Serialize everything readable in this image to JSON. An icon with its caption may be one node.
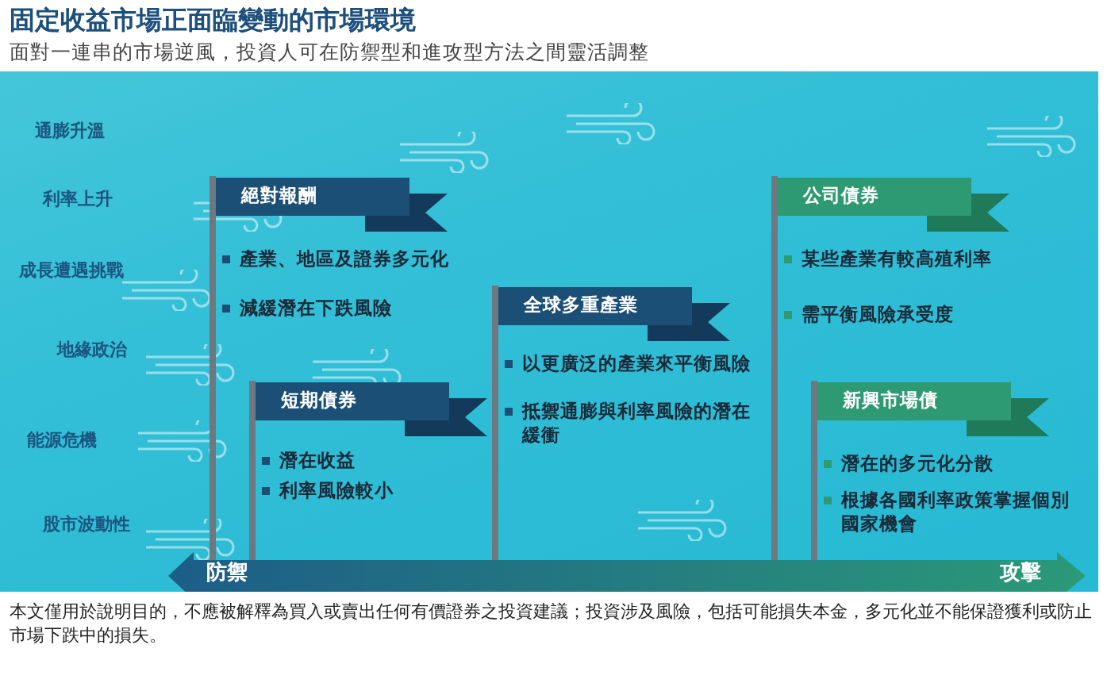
{
  "diagram": {
    "title": "固定收益市場正面臨變動的市場環境",
    "caption": "本文僅用於說明目的，不應被解釋為買入或賣出任何有價證券之投資建議；投資涉及風險，包括可能損失本金，多元化並不能保證獲利或防止市場下跌中的損失。",
    "nodes": [
      {
        "text": [
          "絕對報酬"
        ],
        "beside": [
          "產業、地區及證券多元化",
          "減緩潛在下跌風險"
        ]
      },
      {
        "text": [
          "短期債券"
        ],
        "beside": [
          "潛在收益",
          "利率風險較小"
        ]
      },
      {
        "text": [
          "全球多重產業"
        ],
        "beside": [
          "以更廣泛的產業來平衡風險",
          "抵禦通膨與利率風險的潛在緩衝"
        ]
      },
      {
        "text": [
          "公司債券"
        ],
        "beside": [
          "某些產業有較高殖利率",
          "需平衡風險承受度"
        ]
      },
      {
        "text": [
          "新興市場債"
        ],
        "beside": [
          "潛在的多元化分散",
          "根據各國利率政策掌握個別國家機會"
        ]
      }
    ],
    "labels": [
      "面對一連串的市場逆風，投資人可在防禦型和進攻型方法之間靈活調整",
      "通膨升溫",
      "利率上升",
      "成長遭遇挑戰",
      "地緣政治",
      "能源危機",
      "股市波動性",
      "防禦",
      "攻擊"
    ]
  }
}
